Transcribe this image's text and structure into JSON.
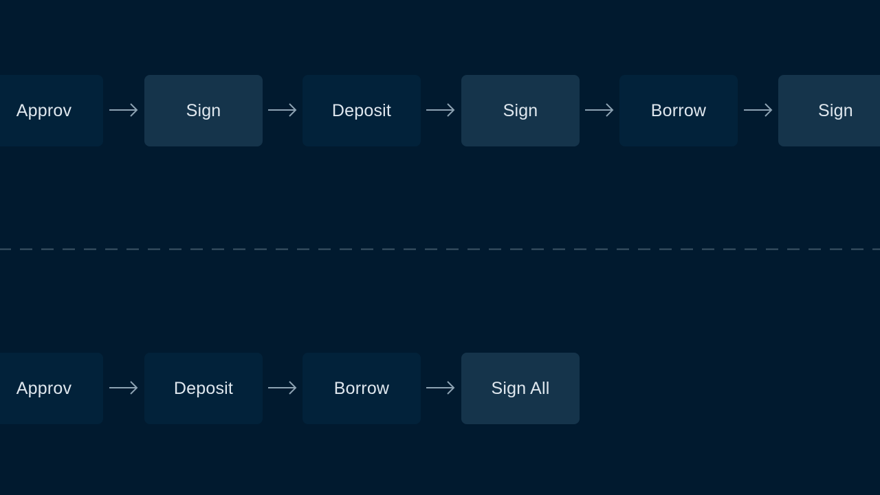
{
  "colors": {
    "background": "#011a2f",
    "step_plain": "#02223a",
    "step_sign": "#15344b",
    "text": "#dfe7ee",
    "arrow": "#8ea3b3",
    "divider": "#3d5466"
  },
  "top_flow": {
    "steps": [
      {
        "label": "Approv",
        "kind": "plain"
      },
      {
        "label": "Sign",
        "kind": "sign"
      },
      {
        "label": "Deposit",
        "kind": "plain"
      },
      {
        "label": "Sign",
        "kind": "sign"
      },
      {
        "label": "Borrow",
        "kind": "plain"
      },
      {
        "label": "Sign",
        "kind": "sign"
      }
    ]
  },
  "bottom_flow": {
    "steps": [
      {
        "label": "Approv",
        "kind": "plain"
      },
      {
        "label": "Deposit",
        "kind": "plain"
      },
      {
        "label": "Borrow",
        "kind": "plain"
      },
      {
        "label": "Sign All",
        "kind": "sign"
      }
    ]
  },
  "icons": {
    "arrow": "arrow-right-icon"
  }
}
